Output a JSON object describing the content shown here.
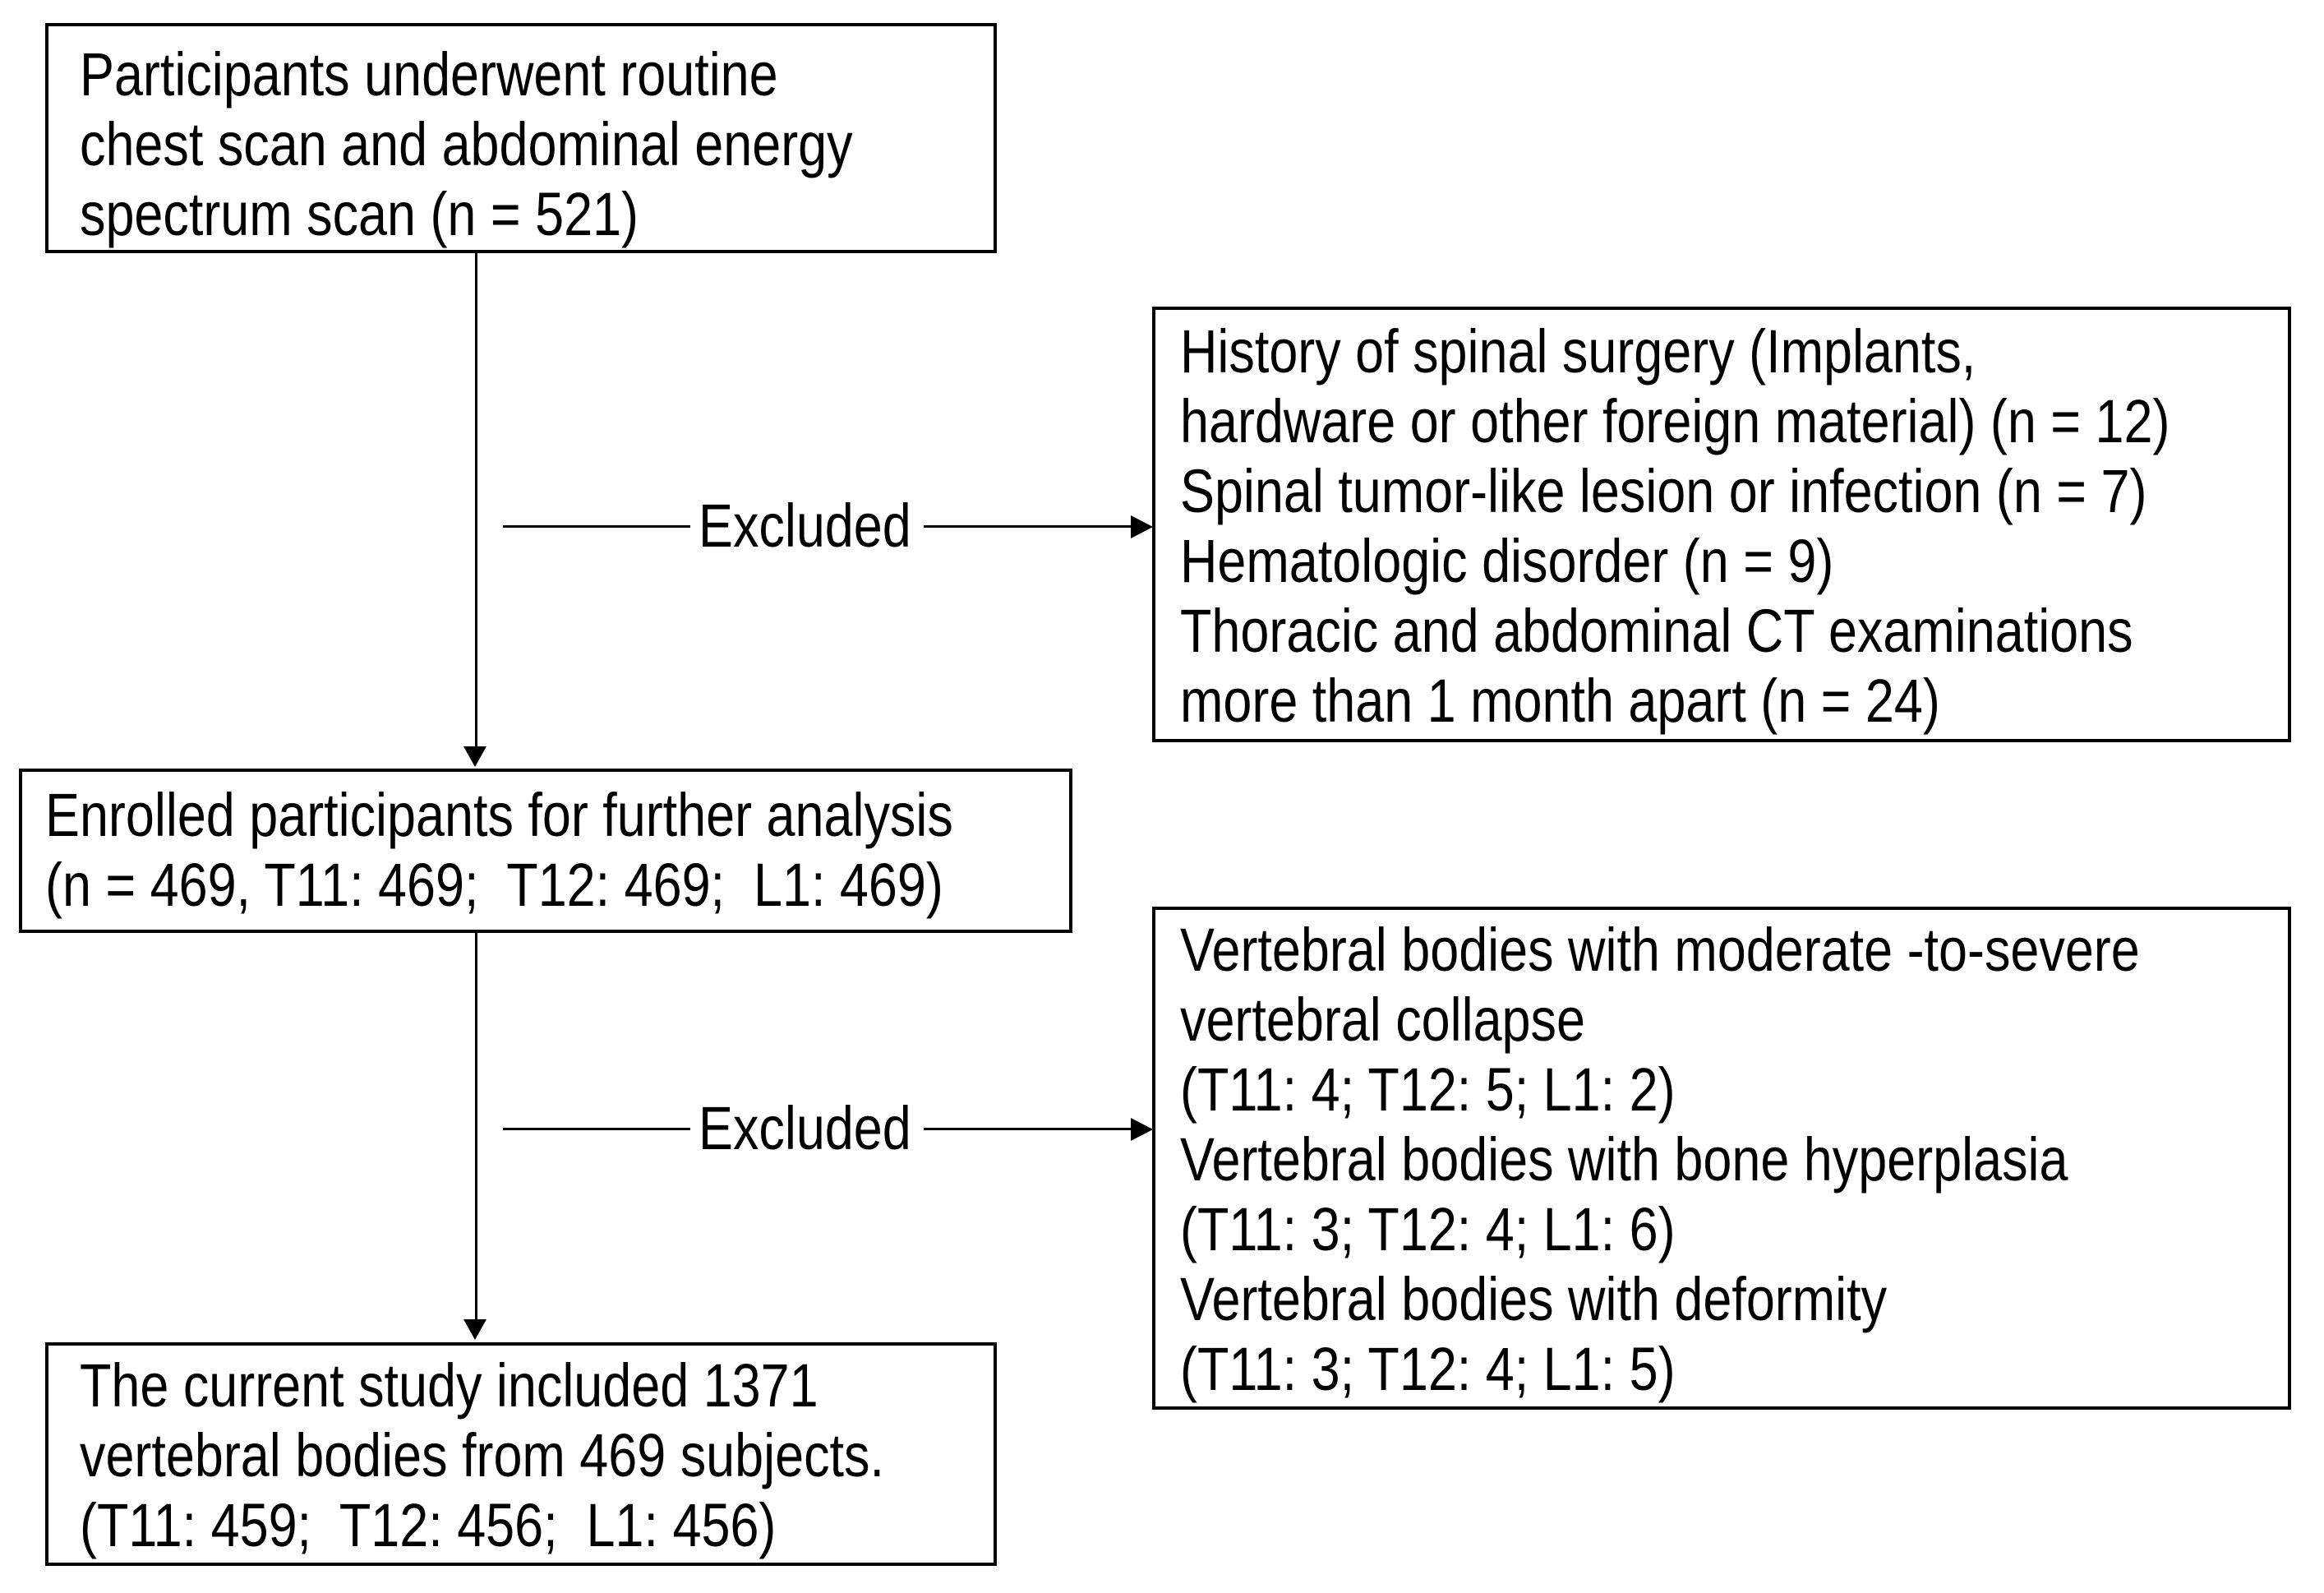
{
  "figure": {
    "type": "participant-flow-diagram",
    "background_color": "#ffffff",
    "line_color": "#000000",
    "text_color": "#000000",
    "boxes": {
      "initial": {
        "lines": [
          "Participants underwent routine",
          "chest scan and abdominal energy",
          "spectrum scan (n = 521)"
        ]
      },
      "exclusion_first": {
        "lines": [
          "History of spinal surgery (Implants,",
          "hardware or other foreign material) (n = 12)",
          "Spinal tumor-like lesion or infection (n = 7)",
          "Hematologic disorder (n = 9)",
          "Thoracic and abdominal CT examinations",
          "more than 1 month apart (n = 24)"
        ]
      },
      "enrolled": {
        "lines": [
          "Enrolled participants for further analysis",
          "(n = 469, T11: 469;  T12: 469;  L1: 469)"
        ]
      },
      "exclusion_second": {
        "lines": [
          "Vertebral bodies with moderate -to-severe",
          "vertebral collapse",
          "(T11: 4; T12: 5; L1: 2)",
          "Vertebral bodies with bone hyperplasia",
          "(T11: 3; T12: 4; L1: 6)",
          "Vertebral bodies with deformity",
          "(T11: 3; T12: 4; L1: 5)"
        ]
      },
      "final": {
        "lines": [
          "The current study included 1371",
          "vertebral bodies from 469 subjects.",
          "(T11: 459;  T12: 456;  L1: 456)"
        ]
      }
    },
    "connectors": {
      "excluded_label_1": "Excluded",
      "excluded_label_2": "Excluded"
    }
  }
}
